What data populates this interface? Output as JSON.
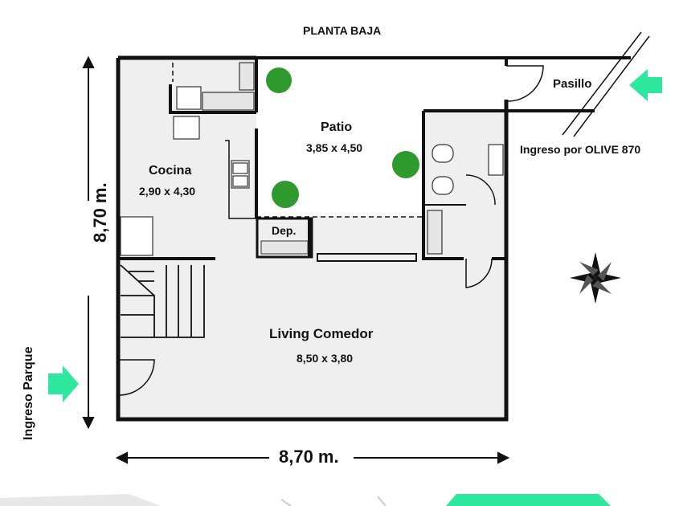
{
  "plan": {
    "title": "PLANTA BAJA",
    "rooms": {
      "patio": {
        "name": "Patio",
        "dims": "3,85 x 4,50"
      },
      "cocina": {
        "name": "Cocina",
        "dims": "2,90 x 4,30"
      },
      "deposito": {
        "name": "Dep."
      },
      "living": {
        "name": "Living Comedor",
        "dims": "8,50 x 3,80"
      },
      "pasillo": {
        "name": "Pasillo"
      }
    },
    "entrances": {
      "olive": "Ingreso por OLIVE 870",
      "parque": "Ingreso Parque"
    },
    "dimensions": {
      "width": "8,70 m.",
      "height": "8,70 m."
    },
    "compass_icon": "compass-rose-icon",
    "colors": {
      "arrow_accent": "#2ee8a0",
      "wall": "#111111",
      "floor": "#efefef",
      "plant": "#2e9a2e"
    }
  }
}
